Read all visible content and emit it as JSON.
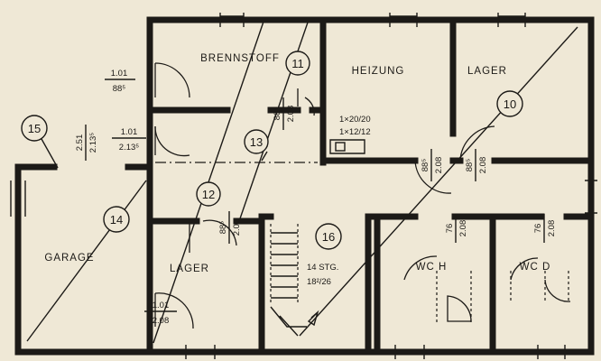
{
  "rooms": {
    "brennstoff": "BRENNSTOFF",
    "heizung": "HEIZUNG",
    "lager_top": "LAGER",
    "garage": "GARAGE",
    "lager_bottom": "LAGER",
    "wc_h": "WC  H",
    "wc_d": "WC  D"
  },
  "markers": {
    "m10": "10",
    "m11": "11",
    "m12": "12",
    "m13": "13",
    "m14": "14",
    "m15": "15",
    "m16": "16"
  },
  "dimensions": {
    "d1_top": "1.01",
    "d1_bot": "88⁵",
    "d2_top": "1.01",
    "d2_bot": "2.13⁵",
    "d3_top": "2.51",
    "d3_bot": "2.13⁵",
    "d4_top": "88⁵",
    "d4_bot": "2.08",
    "d5_top": "88⁵",
    "d5_bot": "2.08",
    "d6_top": "88⁵",
    "d6_bot": "2.08",
    "d7_top": "88⁵",
    "d7_bot": "2.08",
    "d8_top": "76",
    "d8_bot": "2.08",
    "d9_top": "76",
    "d9_bot": "2.08",
    "d10_top": "1.01",
    "d10_bot": "2.08"
  },
  "notes": {
    "heizung_1": "1×20/20",
    "heizung_2": "1×12/12",
    "stair_1": "14 STG.",
    "stair_2": "18²/26"
  }
}
